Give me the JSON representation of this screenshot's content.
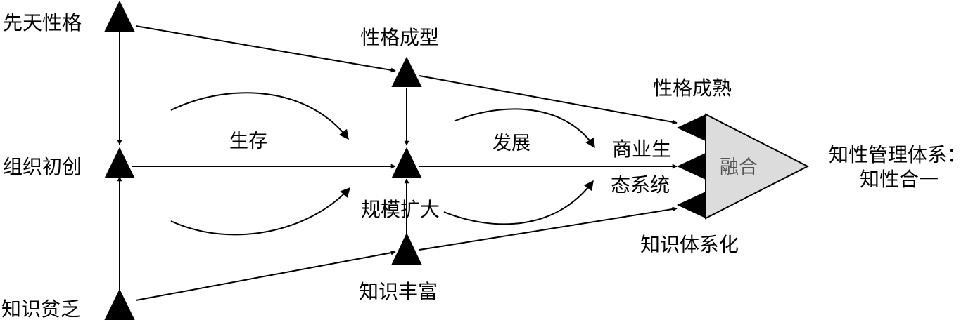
{
  "diagram": {
    "nodes": {
      "innate_character": "先天性格",
      "org_founding": "组织初创",
      "knowledge_lacking": "知识贫乏",
      "character_formed": "性格成型",
      "scale_expansion": "规模扩大",
      "knowledge_rich": "知识丰富",
      "character_mature": "性格成熟",
      "business_ecosystem_line1": "商业生",
      "business_ecosystem_line2": "态系统",
      "knowledge_systematized": "知识体系化",
      "fusion": "融合",
      "result_line1": "知性管理体系：",
      "result_line2": "知性合一"
    },
    "stages": {
      "survival": "生存",
      "development": "发展"
    },
    "colors": {
      "triangle": "#000000",
      "fusion_fill": "#dcdcdc",
      "line": "#000000"
    }
  }
}
